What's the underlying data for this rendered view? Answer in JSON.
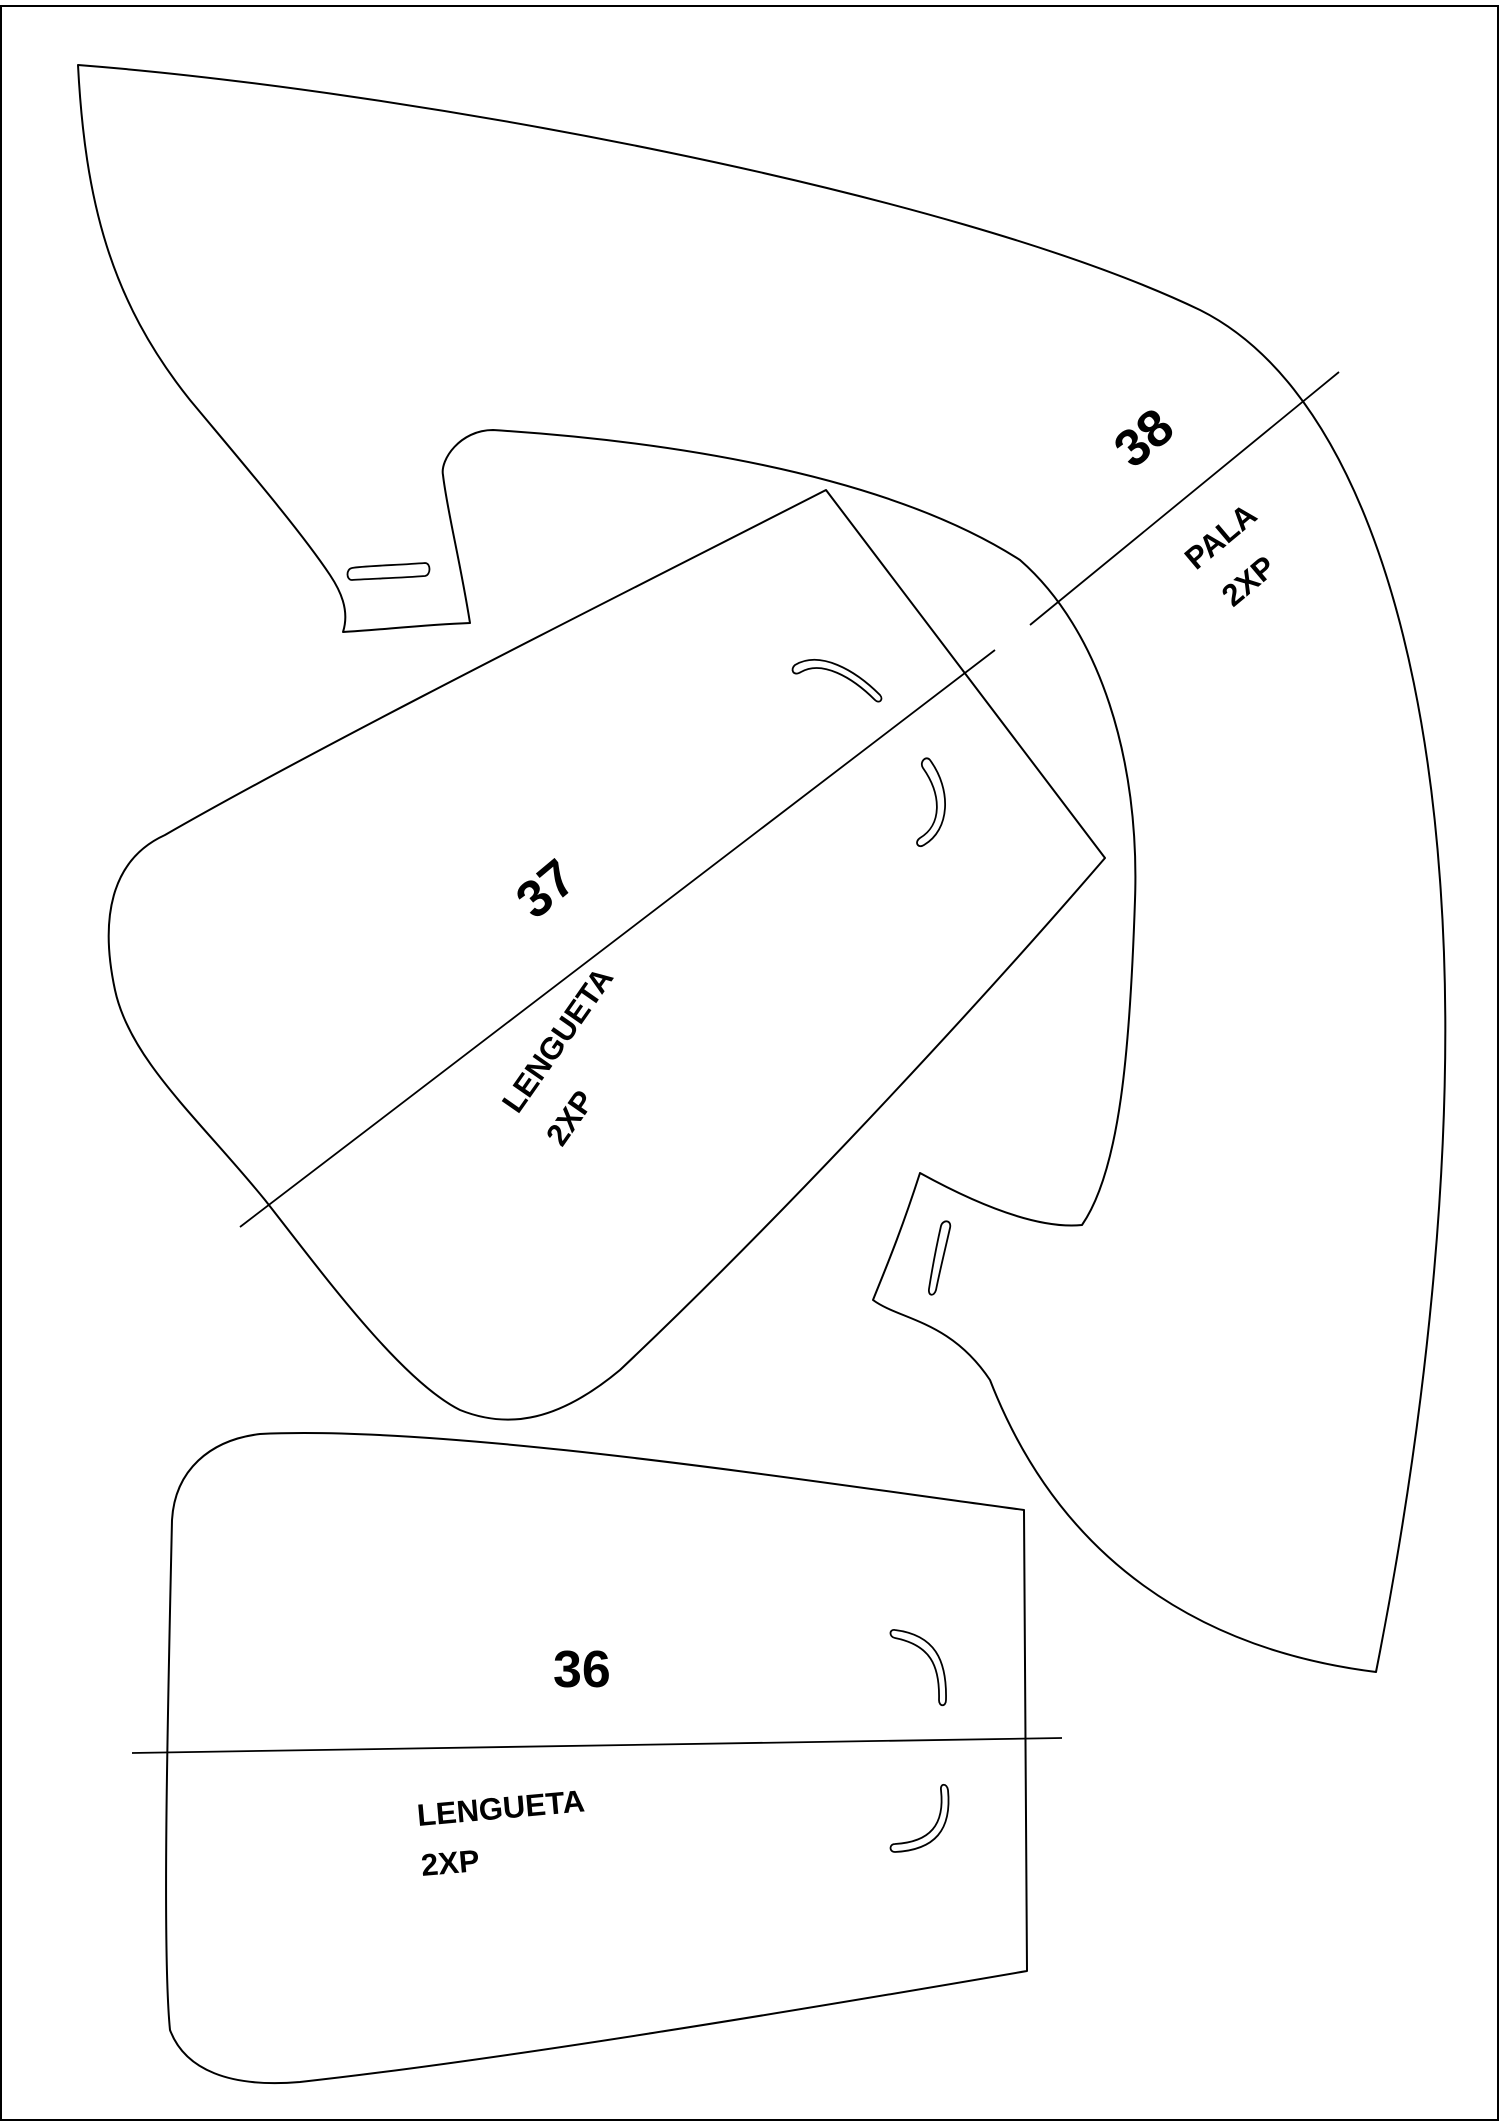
{
  "sheet": {
    "border_color": "#000000",
    "background": "#ffffff"
  },
  "pieces": [
    {
      "number": "38",
      "name": "PALA",
      "quantity": "2XP"
    },
    {
      "number": "37",
      "name": "LENGUETA",
      "quantity": "2XP"
    },
    {
      "number": "36",
      "name": "LENGUETA",
      "quantity": "2XP"
    }
  ]
}
